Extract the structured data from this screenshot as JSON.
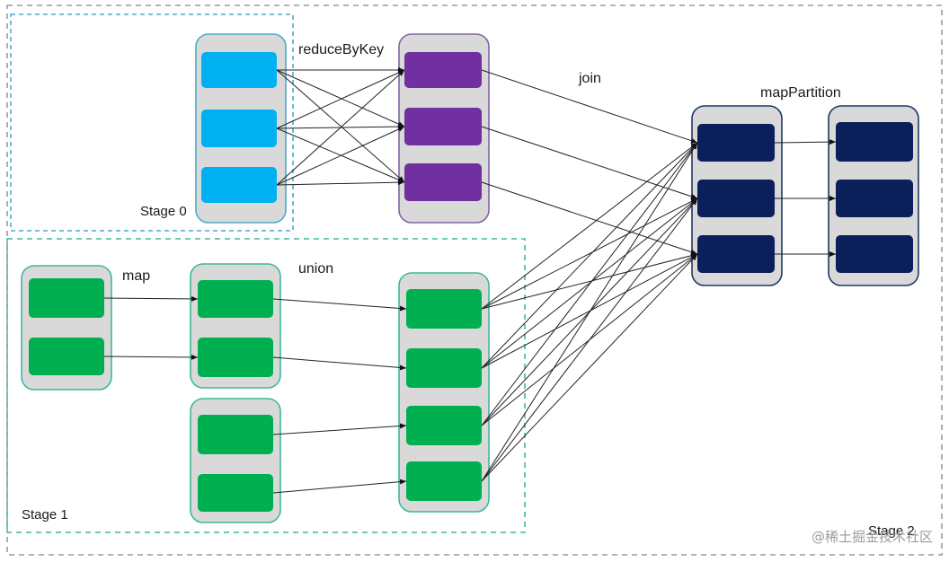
{
  "labels": {
    "reduce_by_key": "reduceByKey",
    "join": "join",
    "map_partition": "mapPartition",
    "map": "map",
    "union": "union"
  },
  "stages": {
    "stage0": "Stage 0",
    "stage1": "Stage 1",
    "stage2": "Stage 2"
  },
  "watermark": "@稀土掘金技术社区",
  "colors": {
    "light_blue": "#00b0f0",
    "purple": "#7030a0",
    "dark_navy": "#0b1f5b",
    "green": "#00b050",
    "container_fill": "#d9d9d9",
    "stage0_border": "#4bacc6",
    "stage1_border": "#3fb89a",
    "stage2_border": "#9a9a9a"
  }
}
